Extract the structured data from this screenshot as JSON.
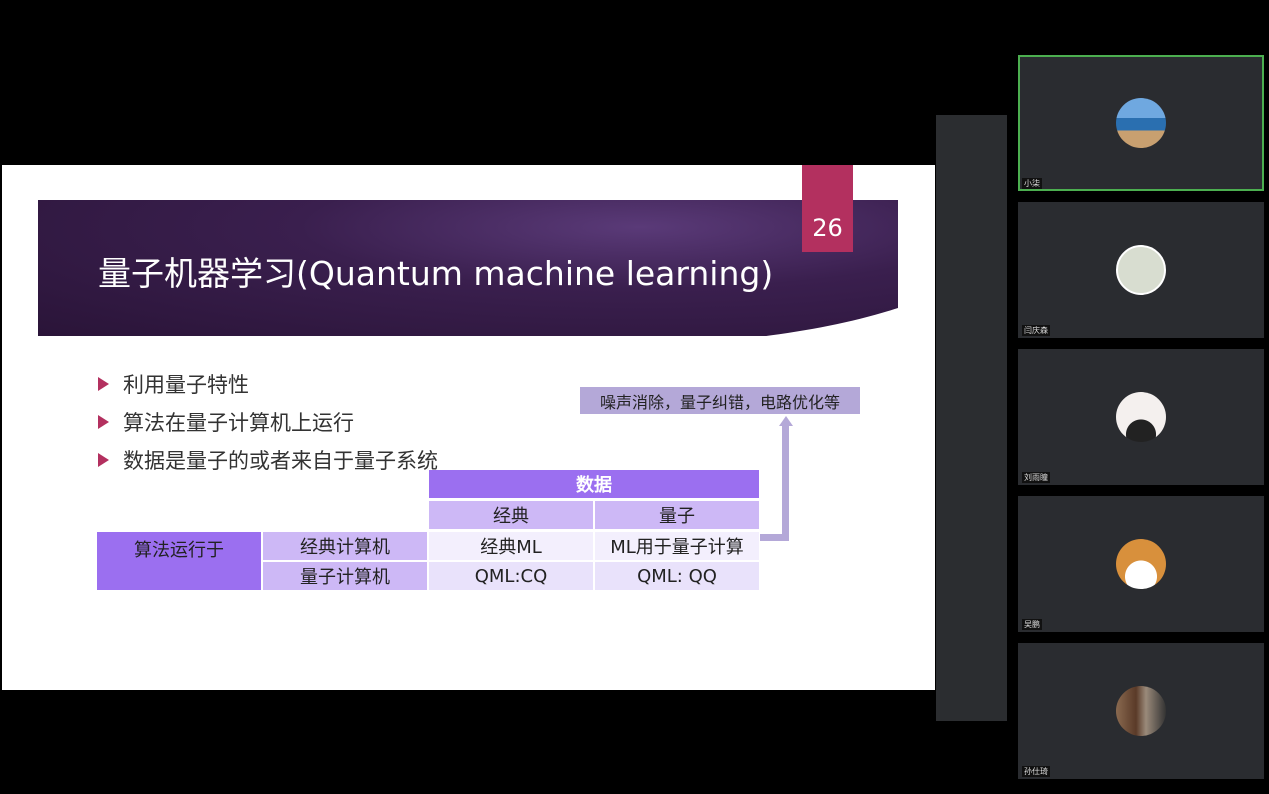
{
  "slide": {
    "title": "量子机器学习(Quantum machine learning)",
    "page_number": "26",
    "bullets": [
      "利用量子特性",
      "算法在量子计算机上运行",
      "数据是量子的或者来自于量子系统"
    ],
    "note": "噪声消除，量子纠错，电路优化等",
    "table": {
      "data_header": "数据",
      "col_headers": [
        "经典",
        "量子"
      ],
      "row_group": "算法运行于",
      "rows": [
        {
          "label": "经典计算机",
          "cells": [
            "经典ML",
            "ML用于量子计算"
          ]
        },
        {
          "label": "量子计算机",
          "cells": [
            "QML:CQ",
            "QML: QQ"
          ]
        }
      ]
    }
  },
  "participants": [
    {
      "name": "小柒",
      "avatar_color": "#4a8ac8"
    },
    {
      "name": "闫庆森",
      "avatar_color": "#d8ddd0"
    },
    {
      "name": "刘雨瞳",
      "avatar_color": "#f4f0ee"
    },
    {
      "name": "吴鹏",
      "avatar_color": "#d8903c"
    },
    {
      "name": "孙仕琦",
      "avatar_color": "#6a5040"
    }
  ]
}
